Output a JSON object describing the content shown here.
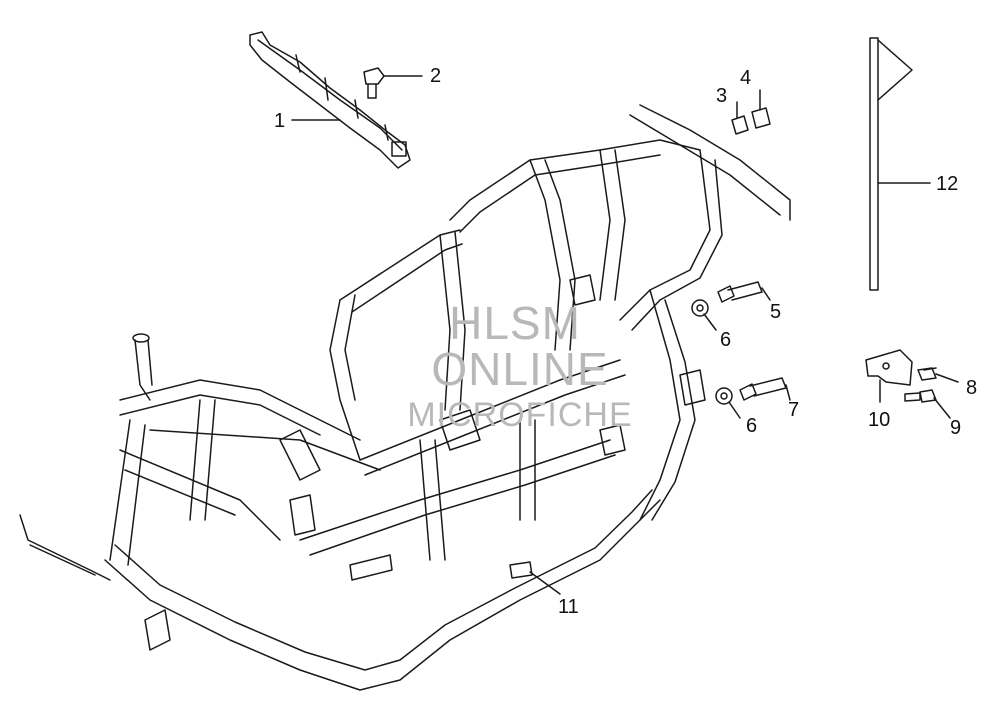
{
  "callouts": {
    "c1": "1",
    "c2": "2",
    "c3": "3",
    "c4": "4",
    "c5": "5",
    "c6a": "6",
    "c6b": "6",
    "c7": "7",
    "c8": "8",
    "c9": "9",
    "c10": "10",
    "c11": "11",
    "c12": "12"
  },
  "watermark": {
    "line1": "HLSM",
    "line2": "ONLINE",
    "line3": "MICROFICHE"
  },
  "colors": {
    "line": "#1a1a1a",
    "watermark": "#b8b8b8",
    "background": "#ffffff"
  }
}
